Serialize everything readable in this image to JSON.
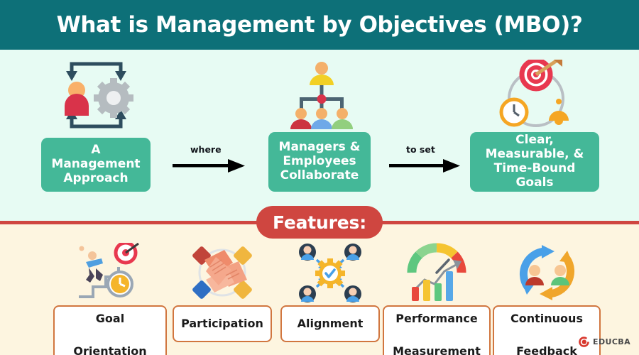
{
  "header": {
    "title": "What is Management by Objectives (MBO)?"
  },
  "colors": {
    "header_bg": "#0d7078",
    "top_section_bg": "#e7fbf3",
    "bottom_section_bg": "#fdf5e0",
    "card_green": "#44b898",
    "divider_red": "#cf4640",
    "features_pill": "#cf4640",
    "feature_box_border": "#d1763f",
    "feature_box_bg": "#ffffff",
    "arrow_black": "#000000"
  },
  "flow": {
    "steps": [
      {
        "icon": "person-gear-cycle-icon",
        "label": "A Management\nApproach",
        "line1": "A Management",
        "line2": "Approach"
      },
      {
        "icon": "org-hierarchy-icon",
        "label": "Managers & Employees Collaborate",
        "line1": "Managers &",
        "line2": "Employees",
        "line3": "Collaborate"
      },
      {
        "icon": "target-clock-bell-icon",
        "label": "Clear, Measurable, & Time-Bound Goals",
        "line1": "Clear,",
        "line2": "Measurable, &",
        "line3": "Time-Bound Goals"
      }
    ],
    "connectors": [
      {
        "label": "where",
        "icon": "arrow-right-icon"
      },
      {
        "label": "to set",
        "icon": "arrow-right-icon"
      }
    ]
  },
  "features": {
    "banner_label": "Features:",
    "items": [
      {
        "icon": "goal-stairs-target-clock-icon",
        "line1": "Goal",
        "line2": "Orientation",
        "label": "Goal Orientation"
      },
      {
        "icon": "hands-together-icon",
        "line1": "Participation",
        "line2": "",
        "label": "Participation"
      },
      {
        "icon": "people-gear-check-icon",
        "line1": "Alignment",
        "line2": "",
        "label": "Alignment"
      },
      {
        "icon": "gauge-bar-chart-icon",
        "line1": "Performance",
        "line2": "Measurement",
        "label": "Performance Measurement"
      },
      {
        "icon": "feedback-cycle-people-icon",
        "line1": "Continuous",
        "line2": "Feedback",
        "label": "Continuous Feedback"
      }
    ]
  },
  "logo": {
    "mark": "educba-e-icon",
    "text": "EDUCBA"
  }
}
